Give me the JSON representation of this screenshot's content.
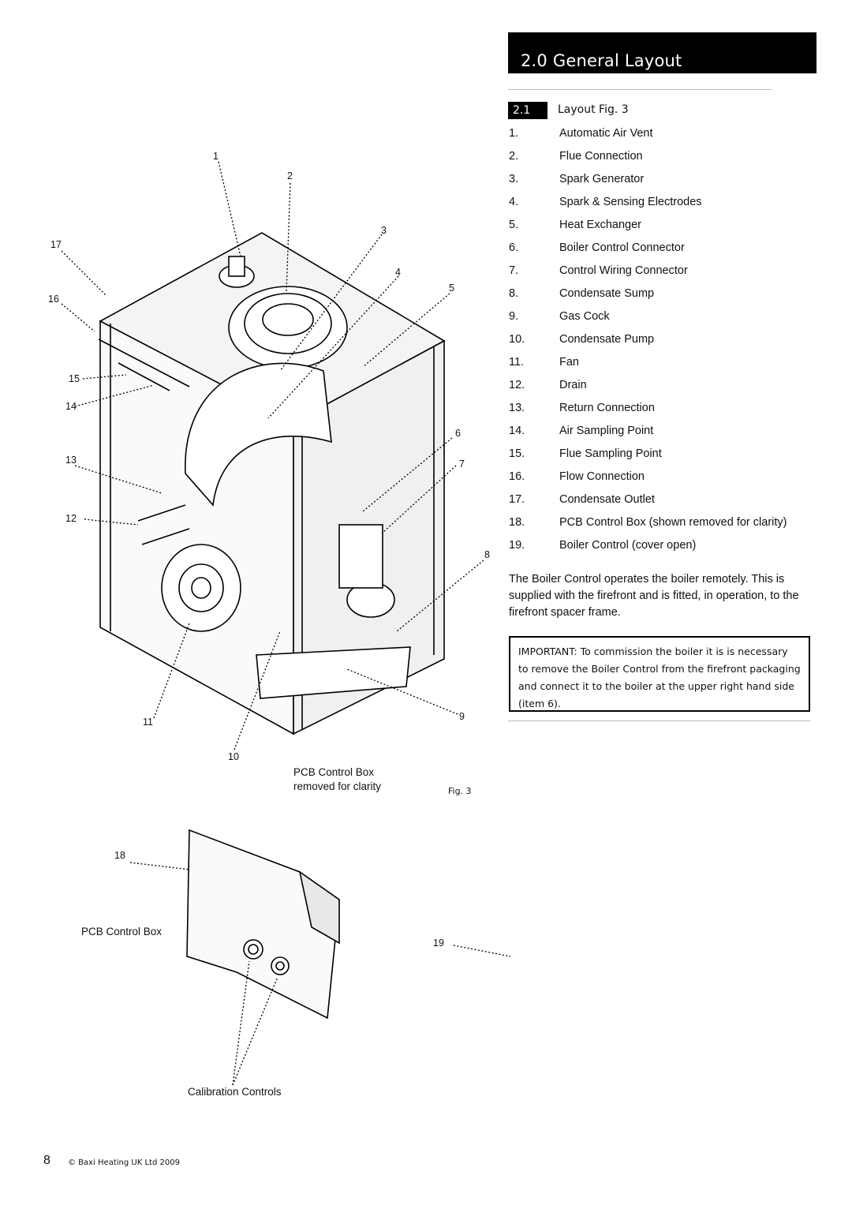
{
  "header": {
    "title": "2.0  General Layout"
  },
  "section": {
    "number": "2.1",
    "title": "Layout Fig. 3"
  },
  "items": [
    {
      "n": "1.",
      "label": "Automatic Air Vent"
    },
    {
      "n": "2.",
      "label": "Flue Connection"
    },
    {
      "n": "3.",
      "label": "Spark Generator"
    },
    {
      "n": "4.",
      "label": "Spark & Sensing Electrodes"
    },
    {
      "n": "5.",
      "label": "Heat Exchanger"
    },
    {
      "n": "6.",
      "label": "Boiler Control Connector"
    },
    {
      "n": "7.",
      "label": "Control Wiring Connector"
    },
    {
      "n": "8.",
      "label": "Condensate Sump"
    },
    {
      "n": "9.",
      "label": "Gas Cock"
    },
    {
      "n": "10.",
      "label": "Condensate Pump"
    },
    {
      "n": "11.",
      "label": "Fan"
    },
    {
      "n": "12.",
      "label": "Drain"
    },
    {
      "n": "13.",
      "label": "Return Connection"
    },
    {
      "n": "14.",
      "label": "Air Sampling Point"
    },
    {
      "n": "15.",
      "label": "Flue Sampling Point"
    },
    {
      "n": "16.",
      "label": "Flow Connection"
    },
    {
      "n": "17.",
      "label": "Condensate Outlet"
    },
    {
      "n": "18.",
      "label": "PCB Control Box (shown removed for clarity)"
    },
    {
      "n": "19.",
      "label": "Boiler Control (cover open)"
    }
  ],
  "description": "The Boiler Control operates the boiler remotely. This is supplied with the firefront and is fitted, in operation, to the firefront spacer frame.",
  "important": "IMPORTANT: To commission the boiler it is is necessary to remove the Boiler Control from the firefront packaging and connect it to the boiler at the upper right hand side (item 6).",
  "callouts": [
    "1",
    "2",
    "3",
    "4",
    "5",
    "6",
    "7",
    "8",
    "9",
    "10",
    "11",
    "12",
    "13",
    "14",
    "15",
    "16",
    "17",
    "18",
    "19"
  ],
  "captions": {
    "pcb_removed_line1": "PCB Control Box",
    "pcb_removed_line2": "removed for clarity",
    "pcb_box": "PCB Control Box",
    "calibration": "Calibration Controls",
    "fig": "Fig. 3"
  },
  "footer": {
    "page": "8",
    "copyright": "© Baxi Heating UK Ltd 2009"
  }
}
